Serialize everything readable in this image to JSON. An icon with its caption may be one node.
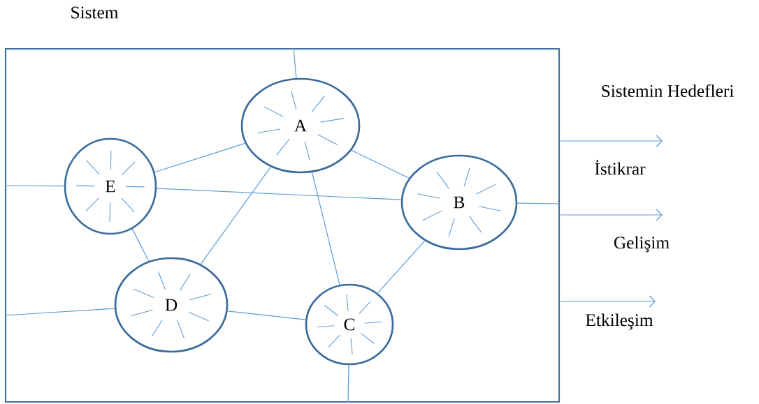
{
  "diagram": {
    "nodes": [
      {
        "text": [
          "Sistem"
        ]
      },
      {
        "text": [
          "A"
        ],
        "in": 0
      },
      {
        "text": [
          "E"
        ],
        "in": 0
      },
      {
        "text": [
          "B"
        ],
        "in": 0
      },
      {
        "text": [
          "D"
        ],
        "in": 0
      },
      {
        "text": [
          "C"
        ],
        "in": 0
      }
    ],
    "edges": [
      {
        "from": 2,
        "to": 1,
        "arrow": "none"
      },
      {
        "from": 1,
        "to": 3,
        "arrow": "none"
      },
      {
        "from": 2,
        "to": 3,
        "arrow": "none"
      },
      {
        "from": 1,
        "to": 4,
        "arrow": "none"
      },
      {
        "from": 1,
        "to": 5,
        "arrow": "none"
      },
      {
        "from": 2,
        "to": 4,
        "arrow": "none"
      },
      {
        "from": 4,
        "to": 5,
        "arrow": "none"
      },
      {
        "from": 5,
        "to": 3,
        "arrow": "none"
      },
      {
        "from": 1,
        "to": 0,
        "arrow": "none"
      },
      {
        "from": 2,
        "to": 0,
        "arrow": "none"
      },
      {
        "from": 3,
        "to": 0,
        "arrow": "none"
      },
      {
        "from": 4,
        "to": 0,
        "arrow": "none"
      },
      {
        "from": 5,
        "to": 0,
        "arrow": "none"
      },
      {
        "from": 0,
        "to": null,
        "arrow": "to",
        "label": "İstikrar"
      },
      {
        "from": 0,
        "to": null,
        "arrow": "to",
        "label": "Gelişim"
      },
      {
        "from": 0,
        "to": null,
        "arrow": "to",
        "label": "Etkileşim"
      }
    ],
    "labels": [
      "Sistemin Hedefleri"
    ]
  }
}
